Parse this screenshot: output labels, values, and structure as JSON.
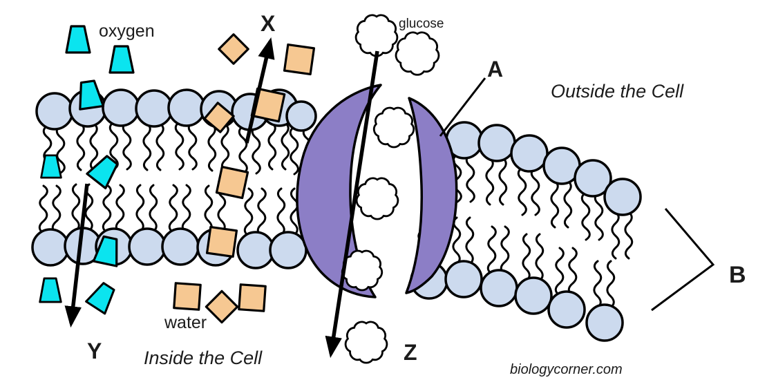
{
  "diagram": {
    "labels": {
      "oxygen": "oxygen",
      "water": "water",
      "glucose": "glucose",
      "arrow_x": "X",
      "arrow_y": "Y",
      "arrow_z": "Z",
      "protein_pointer": "A",
      "bilayer_bracket": "B",
      "outside": "Outside the Cell",
      "inside": "Inside the Cell",
      "attribution": "biologycorner.com"
    },
    "colors": {
      "background": "#ffffff",
      "outline": "#000000",
      "ink": "#1b1b1b",
      "lipid-head": "#ccdaee",
      "oxygen-molecule": "#0be4ef",
      "water-molecule": "#f6c892",
      "protein": "#8c7ec6"
    }
  }
}
